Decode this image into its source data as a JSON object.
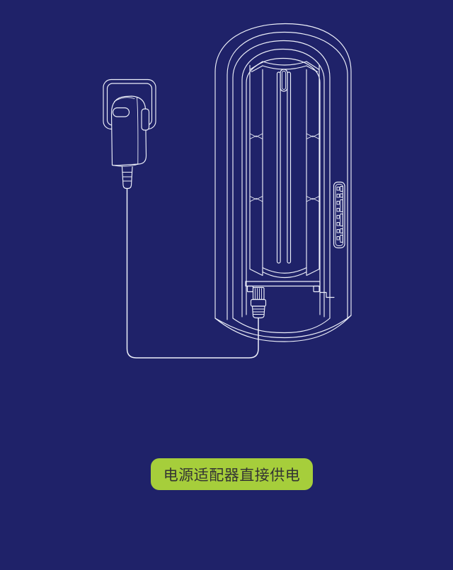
{
  "page": {
    "background_color": "#1F2269",
    "line_color": "#EDF0FA"
  },
  "illustration": {
    "elements": [
      "wall-outlet-plate",
      "power-adapter",
      "power-cable",
      "power-connector",
      "tower-device",
      "antenna-panel",
      "side-control-strip"
    ]
  },
  "caption": {
    "label": "电源适配器直接供电",
    "background_color": "#A6CE3B",
    "text_color": "#333333"
  }
}
